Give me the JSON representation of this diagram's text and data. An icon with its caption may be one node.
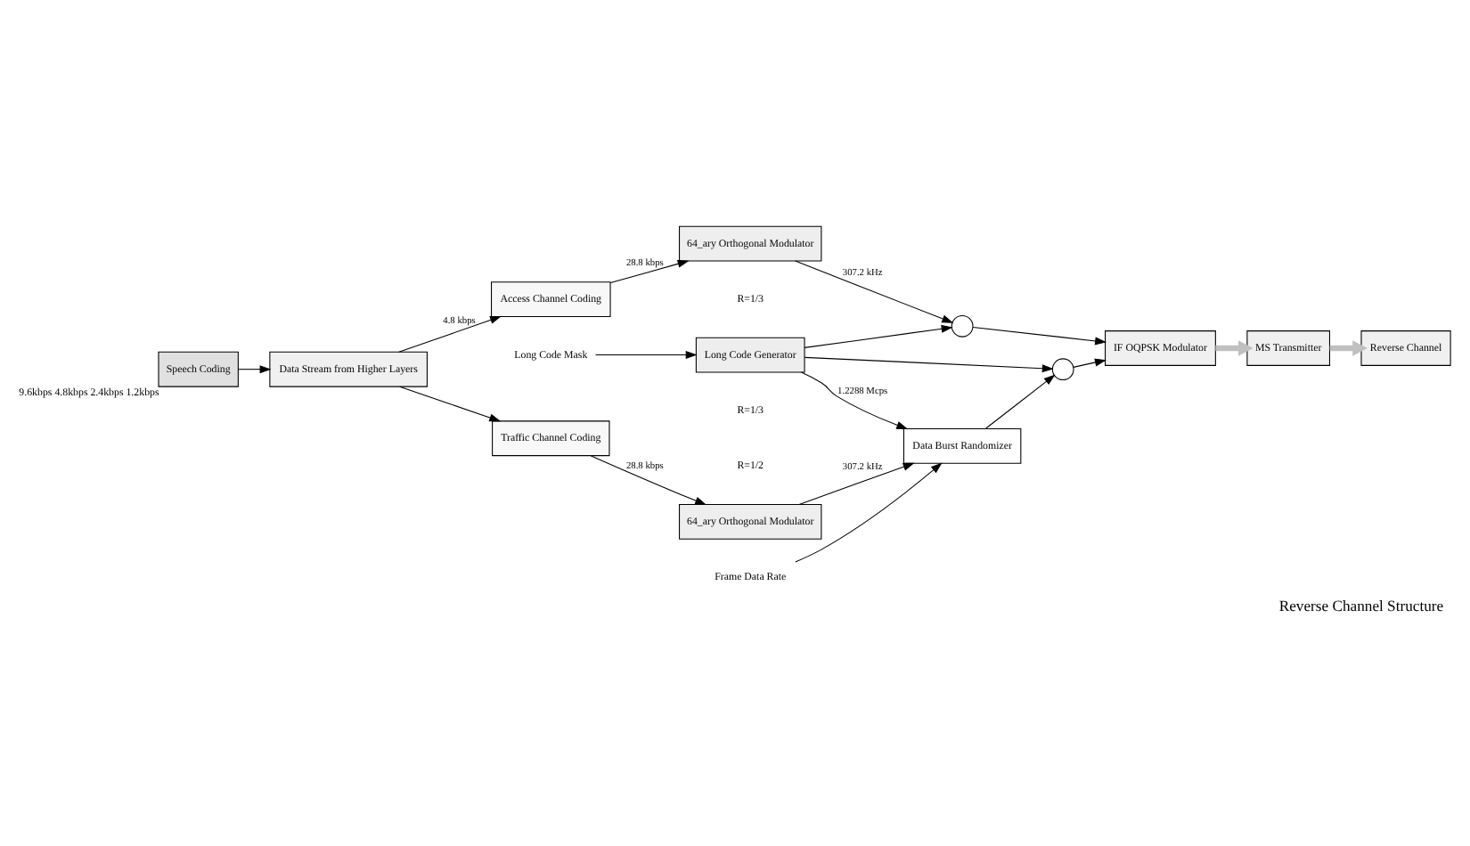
{
  "diagram": {
    "title": "Reverse Channel Structure",
    "nodes": [
      {
        "text": [
          "Speech Coding"
        ],
        "beside": [
          "9.6kbps 4.8kbps 2.4kbps 1.2kbps"
        ]
      },
      {
        "text": [
          "Data Stream from Higher Layers"
        ]
      },
      {
        "text": [
          "Access Channel Coding"
        ]
      },
      {
        "text": [
          "Traffic Channel Coding"
        ]
      },
      {
        "text": [
          "64_ary Orthogonal Modulator"
        ]
      },
      {
        "text": [
          "64_ary Orthogonal Modulator"
        ]
      },
      {
        "text": [
          "Frame Data Rate"
        ]
      },
      {
        "text": [
          "Data Burst Randomizer"
        ]
      },
      {
        "text": [],
        "shape": "circle"
      },
      {
        "text": [],
        "shape": "circle"
      },
      {
        "text": [
          "Long Code Mask"
        ]
      },
      {
        "text": [
          "Long Code Generator"
        ]
      },
      {
        "text": [
          "IF OQPSK Modulator"
        ]
      },
      {
        "text": [
          "MS Transmitter"
        ]
      },
      {
        "text": [
          "Reverse Channel"
        ]
      }
    ],
    "edges": [
      {
        "from": 0,
        "to": 1,
        "arrow": "to"
      },
      {
        "from": 1,
        "to": 2,
        "arrow": "to",
        "label": "4.8 kbps"
      },
      {
        "from": 1,
        "to": 3,
        "arrow": "to"
      },
      {
        "from": 2,
        "to": 4,
        "arrow": "to",
        "label": "28.8 kbps"
      },
      {
        "from": 3,
        "to": 5,
        "arrow": "to",
        "label": "28.8 kbps"
      },
      {
        "from": 4,
        "to": 8,
        "arrow": "to",
        "label": "307.2 kHz"
      },
      {
        "from": 5,
        "to": 7,
        "arrow": "to",
        "label": "307.2 kHz"
      },
      {
        "from": 6,
        "to": 7,
        "arrow": "to"
      },
      {
        "from": 7,
        "to": 9,
        "arrow": "to"
      },
      {
        "from": 10,
        "to": 11,
        "arrow": "to"
      },
      {
        "from": 11,
        "to": 7,
        "arrow": "to",
        "label": "1.2288 Mcps"
      },
      {
        "from": 11,
        "to": 8,
        "arrow": "to"
      },
      {
        "from": 11,
        "to": 9,
        "arrow": "to"
      },
      {
        "from": 8,
        "to": 12,
        "arrow": "to"
      },
      {
        "from": 9,
        "to": 12,
        "arrow": "to"
      },
      {
        "from": 12,
        "to": 13,
        "arrow": "to",
        "style": "thick",
        "color": "#c0c0c0"
      },
      {
        "from": 13,
        "to": 14,
        "arrow": "to",
        "style": "thick",
        "color": "#c0c0c0"
      }
    ],
    "labels": [
      "R=1/3",
      "R=1/3",
      "R=1/2"
    ]
  }
}
